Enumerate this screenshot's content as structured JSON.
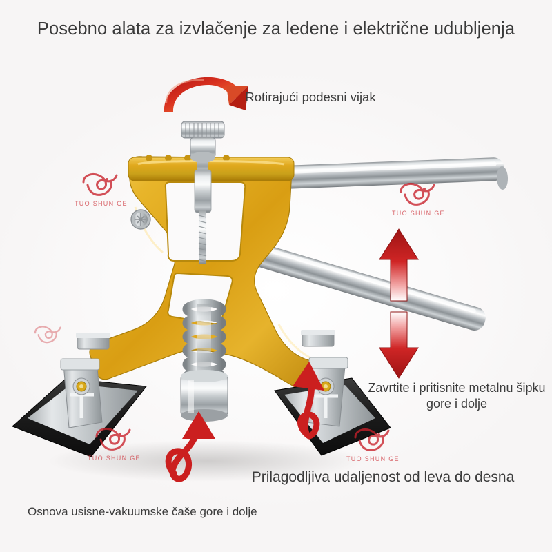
{
  "page": {
    "background_color": "#f8f7f6",
    "title": "Posebno alata za izvlačenje za ledene i električne udubljenja"
  },
  "callouts": [
    {
      "id": "rotating-screw",
      "text": "Rotirajući podesni vijak"
    },
    {
      "id": "metal-bar",
      "text": "Zavrtite i pritisnite metalnu šipku gore i dolje"
    },
    {
      "id": "width-adjust",
      "text": "Prilagodljiva udaljenost od leva do desna"
    },
    {
      "id": "suction-base",
      "text": "Osnova usisne-vakuumske čaše gore i dolje"
    }
  ],
  "annotations": {
    "rotation_arrow": "rotate-arrow-icon",
    "up_down_arrow": "up-down-arrow-icon",
    "curl_arrow_left": "curl-arrow-up-icon",
    "curl_arrow_right": "curl-arrow-up-icon"
  },
  "watermark": {
    "brand": "TUO SHUN GE",
    "color": "#c8202a",
    "count": 5
  },
  "product": {
    "name": "dent-puller-lifter",
    "body_color": "#e0a81c",
    "metal_color": "#c9ccce",
    "pad_color": "#1e1e1e",
    "parts": [
      "adjusting-knob",
      "gold-x-body",
      "center-spring",
      "puller-head",
      "slide-bar-upper",
      "slide-bar-lower",
      "left-foot-pad",
      "right-foot-pad",
      "pivot-screw"
    ]
  }
}
